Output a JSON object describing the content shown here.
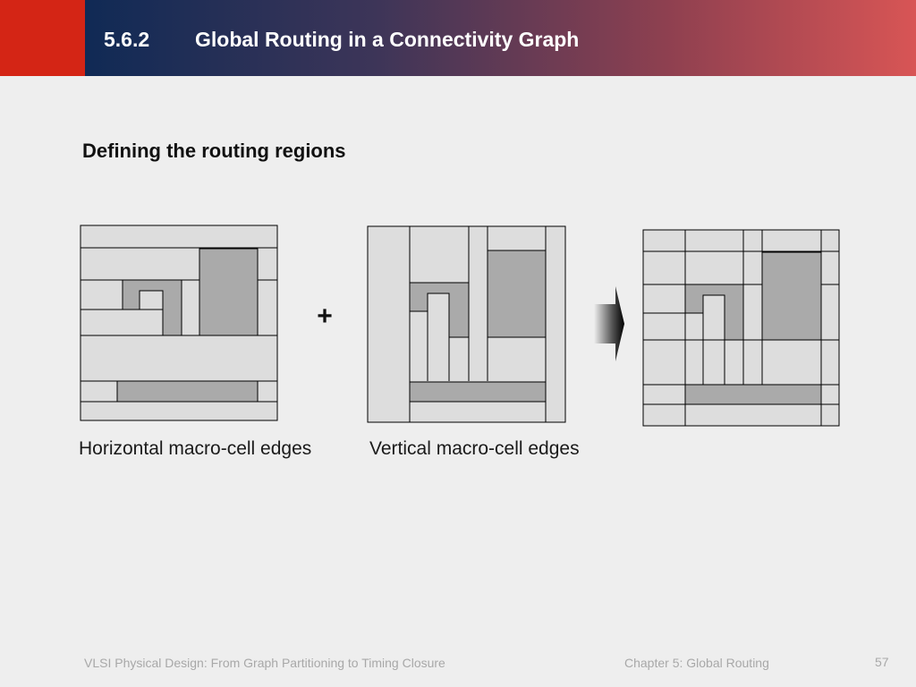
{
  "header": {
    "section_number": "5.6.2",
    "section_title": "Global Routing in a Connectivity Graph"
  },
  "subtitle": "Defining the routing regions",
  "diagram": {
    "operator": "+",
    "captions": {
      "horizontal": "Horizontal macro-cell edges",
      "vertical": "Vertical macro-cell edges"
    },
    "colors": {
      "background": "#eeeeee",
      "region_fill": "#dddddd",
      "macro_fill": "#aaaaaa",
      "stroke": "#000000"
    }
  },
  "footer": {
    "book": "VLSI Physical Design: From Graph Partitioning to Timing Closure",
    "chapter": "Chapter 5: Global Routing",
    "page": "57"
  }
}
